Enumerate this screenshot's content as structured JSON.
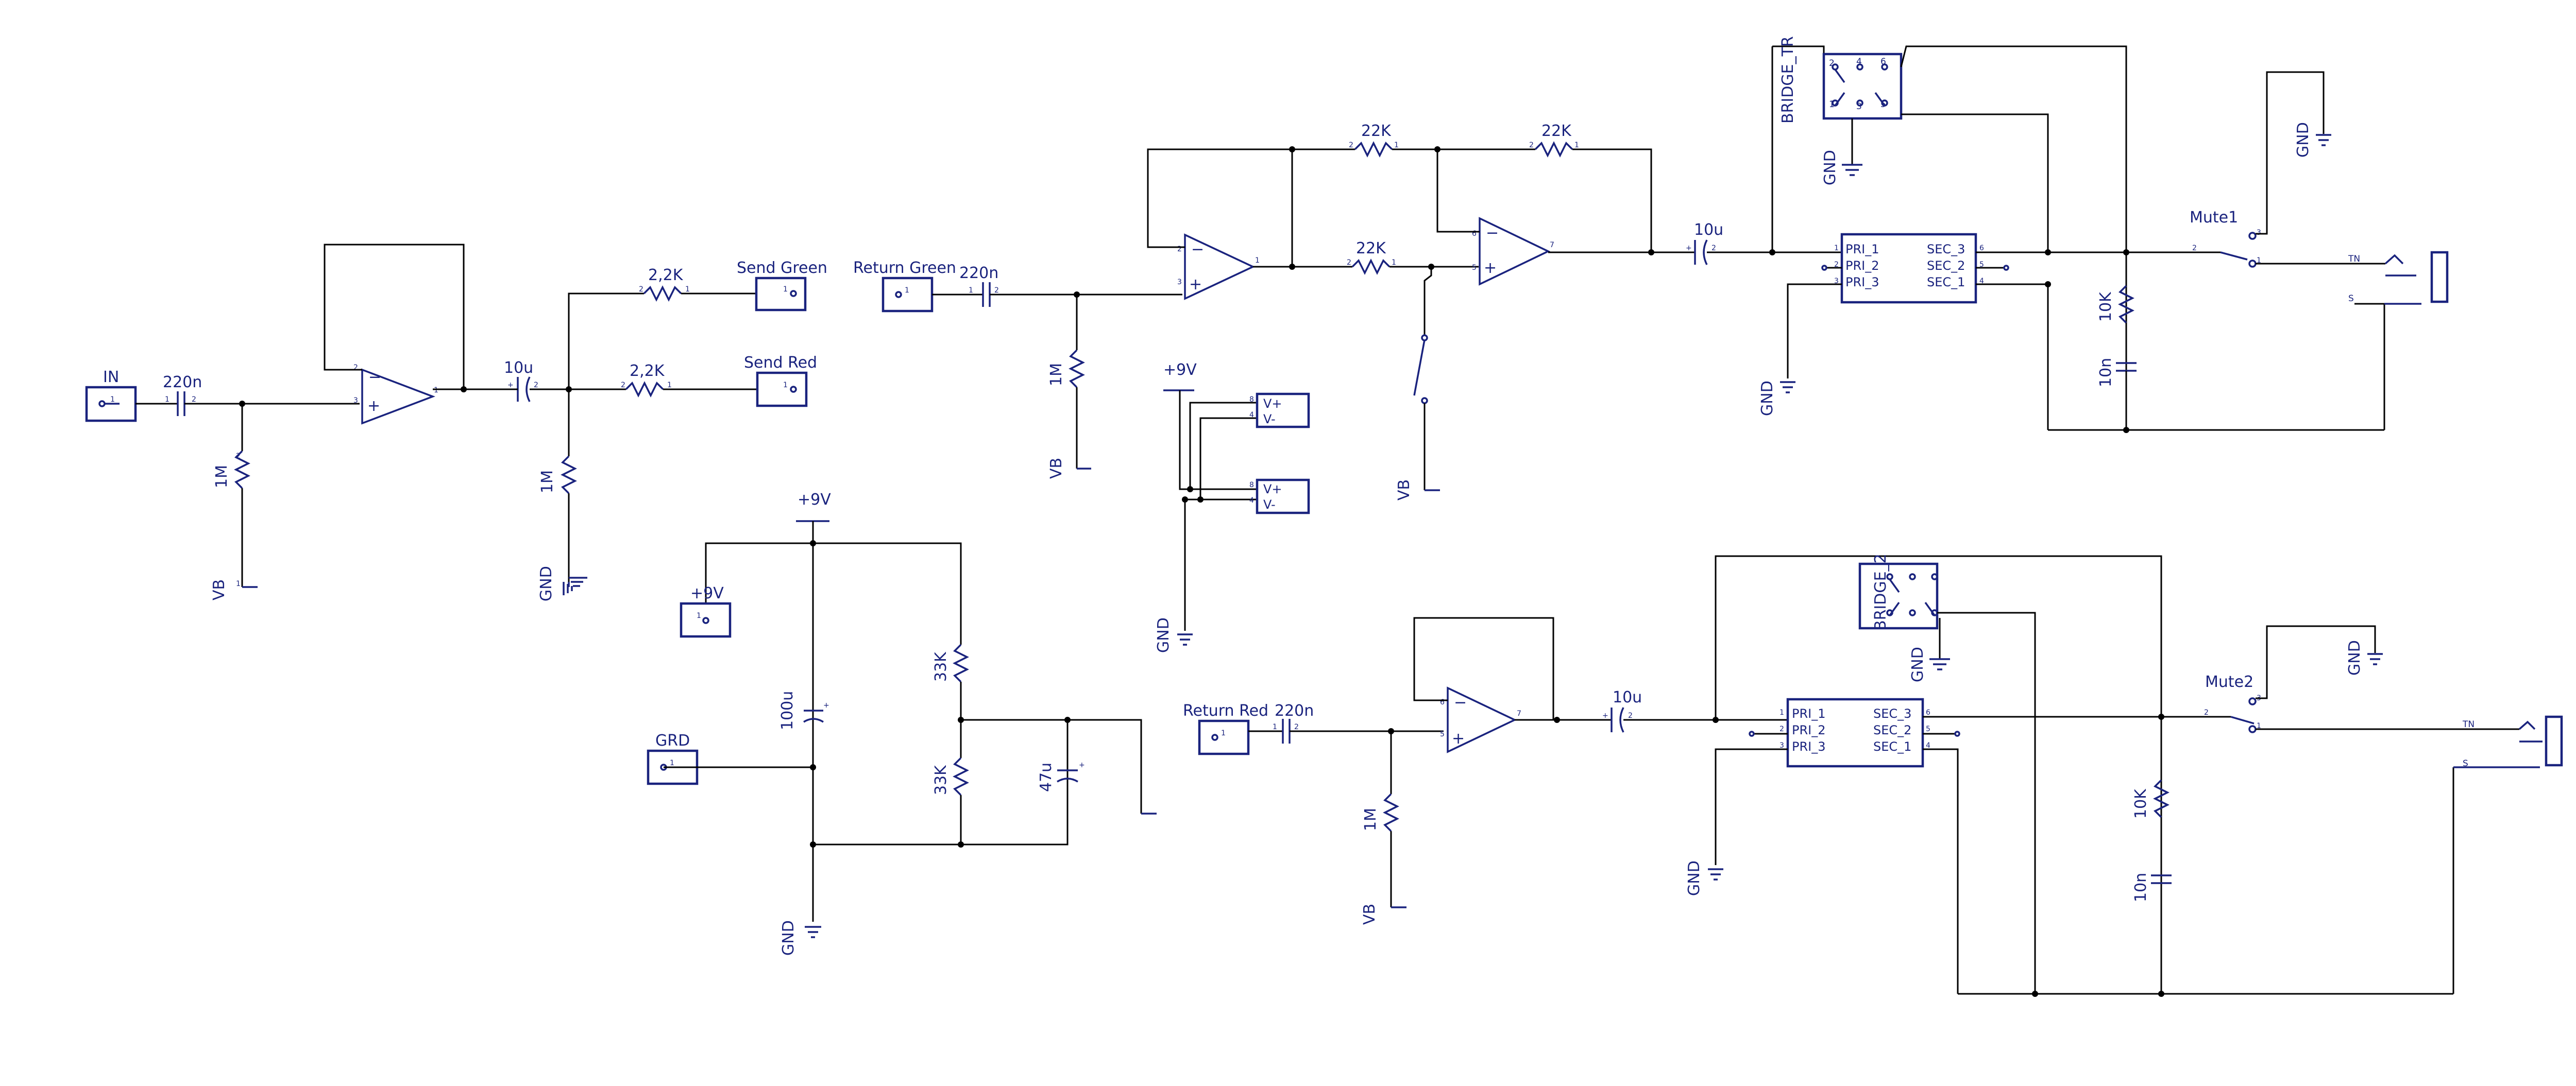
{
  "connectors": {
    "in": "IN",
    "send_green": "Send Green",
    "send_red": "Send Red",
    "return_green": "Return Green",
    "return_red": "Return Red",
    "plus9v_conn": "+9V",
    "grd": "GRD"
  },
  "components": {
    "c_in": "220n",
    "r_in": "1M",
    "c_out1": "10u",
    "r_bias1": "1M",
    "r_send_green": "2,2K",
    "r_send_red": "2,2K",
    "c_ret_green": "220n",
    "r_ret_green": "1M",
    "r_fb1": "22K",
    "r_fb2": "22K",
    "r_series": "22K",
    "c_bridge1": "10u",
    "r_mute1": "10K",
    "c_mute1": "10n",
    "c_psu": "100u",
    "r_div_top": "33K",
    "r_div_bot": "33K",
    "c_vb": "47u",
    "c_ret_red": "220n",
    "r_ret_red": "1M",
    "c_bridge2": "10u",
    "r_mute2": "10K",
    "c_mute2": "10n"
  },
  "nets": {
    "vb": "VB",
    "gnd": "GND",
    "plus9v": "+9V"
  },
  "ics": {
    "vplus": "V+",
    "vminus": "V-"
  },
  "transformer": {
    "pri1": "PRI_1",
    "pri2": "PRI_2",
    "pri3": "PRI_3",
    "sec3": "SEC_3",
    "sec2": "SEC_2",
    "sec1": "SEC_1"
  },
  "bridges": {
    "b1": "BRIDGE_TR",
    "b2": "BRIDGE_2"
  },
  "switches": {
    "mute1": "Mute1",
    "mute2": "Mute2"
  },
  "jack": {
    "tn": "TN",
    "s": "S"
  },
  "colors": {
    "symbol": "#1a237e",
    "wire": "#000000",
    "background": "#ffffff"
  }
}
